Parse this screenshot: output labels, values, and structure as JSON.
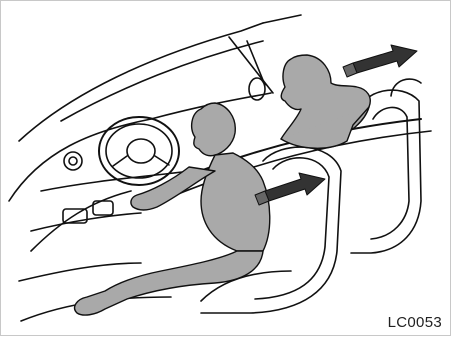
{
  "figure": {
    "code": "LC0053"
  },
  "colors": {
    "line": "#111111",
    "occupant_fill": "#a9a9a9",
    "background": "#ffffff",
    "arrow_fill": "#333333",
    "frame": "#c8c8c8"
  },
  "arrows": [
    {
      "name": "rear-seat-slide-arrow",
      "direction": "back"
    },
    {
      "name": "front-seat-slide-arrow",
      "direction": "back"
    }
  ]
}
